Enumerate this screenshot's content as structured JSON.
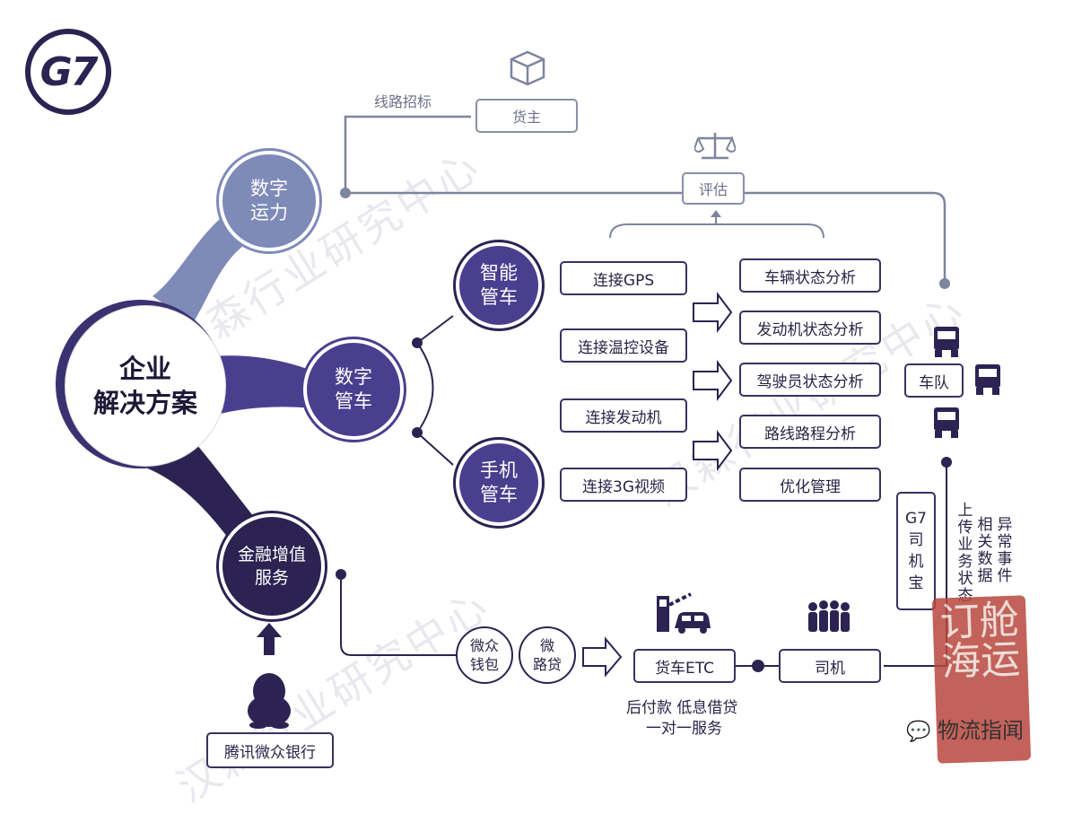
{
  "logo": {
    "text": "G7"
  },
  "center": {
    "title": "企业\n解决方案"
  },
  "branches": {
    "digital_capacity": "数字\n运力",
    "digital_fleet": "数字\n管车",
    "finance": "金融增值\n服务",
    "smart_fleet": "智能\n管车",
    "mobile_fleet": "手机\n管车"
  },
  "top": {
    "route_bidding": "线路招标",
    "shipper": "货主",
    "evaluate": "评估"
  },
  "connect_items": [
    "连接GPS",
    "连接温控设备",
    "连接发动机",
    "连接3G视频"
  ],
  "analysis_items": [
    "车辆状态分析",
    "发动机状态分析",
    "驾驶员状态分析",
    "路线路程分析",
    "优化管理"
  ],
  "fleet": {
    "label": "车队"
  },
  "driver_app": {
    "label": "G7\n司\n机\n宝"
  },
  "upload": {
    "col1": "上\n传\n业\n务\n状\n态",
    "col2": "相\n关\n数\n据",
    "col3": "异\n常\n事\n件"
  },
  "finance_flow": {
    "wallet": "微众\n钱包",
    "micro_loan": "微\n路贷",
    "etc": "货车ETC",
    "driver": "司机",
    "etc_note_1": "后付款 低息借贷",
    "etc_note_2": "一对一服务",
    "bank": "腾讯微众银行"
  },
  "watermarks": [
    "汉森行业研究中心",
    "汉森行业研究中心",
    "汉森行业研究中心"
  ],
  "stamp": {
    "text": "订舱海运"
  },
  "account": {
    "text": "物流指闻"
  },
  "colors": {
    "dark": "#2c2352",
    "mid": "#4a3f8e",
    "light": "#7e8ab8",
    "line": "#7d859e"
  }
}
